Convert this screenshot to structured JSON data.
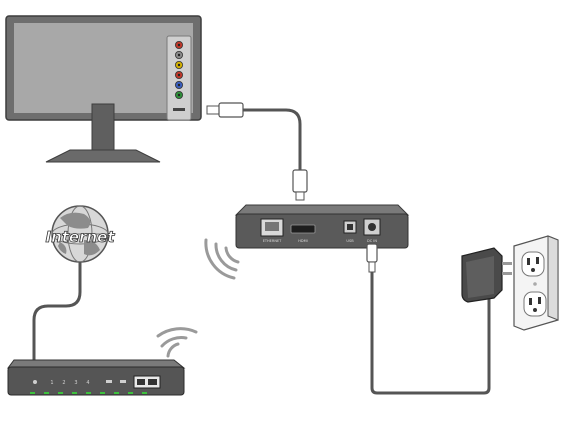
{
  "globe": {
    "text": "Internet"
  },
  "tv": {
    "port_colors": [
      "#c0392b",
      "#8a8a8a",
      "#d4b000",
      "#c0392b",
      "#3a5fbf",
      "#2f8f3a"
    ]
  },
  "media_player": {
    "port_labels": [
      "ETHERNET",
      "HDMI",
      "USB",
      "DC IN"
    ]
  },
  "router": {
    "port_labels": [
      "1",
      "2",
      "3",
      "4"
    ],
    "led_color": "#3cc23c"
  },
  "colors": {
    "device_body": "#5a5a5a",
    "device_dark": "#3b3b3b",
    "cable": "#555555",
    "outlet": "#f2f2f2"
  }
}
